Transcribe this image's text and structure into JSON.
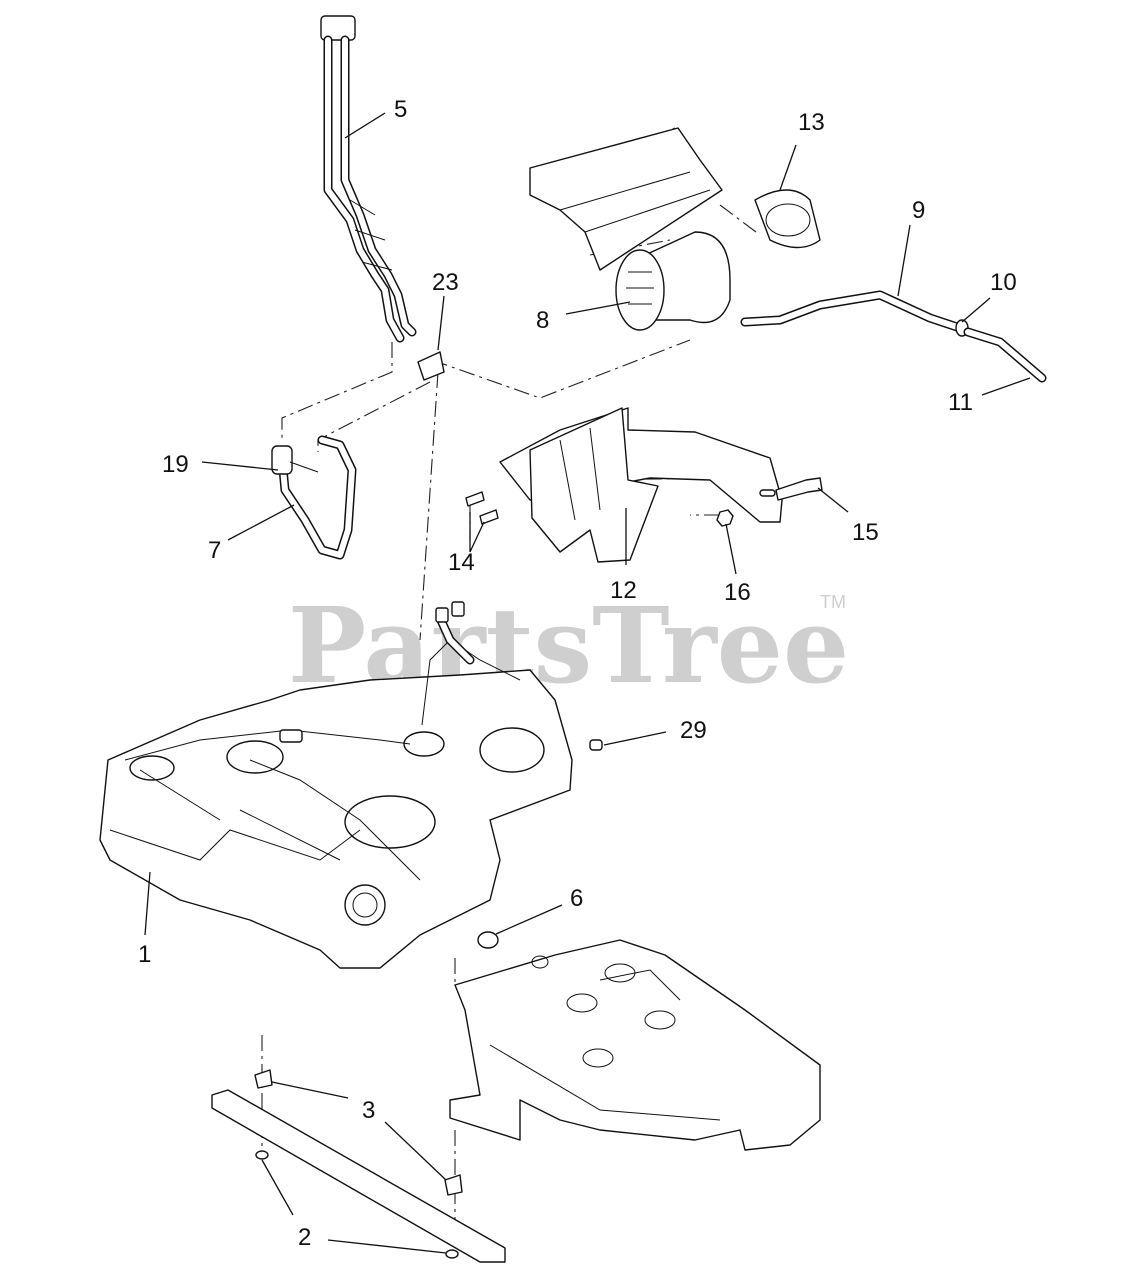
{
  "watermark": {
    "text": "PartsTree",
    "trademark": "TM"
  },
  "callouts": {
    "c1": "1",
    "c2": "2",
    "c3": "3",
    "c5": "5",
    "c6": "6",
    "c7": "7",
    "c8": "8",
    "c9": "9",
    "c10": "10",
    "c11": "11",
    "c12": "12",
    "c13": "13",
    "c14": "14",
    "c15": "15",
    "c16": "16",
    "c19": "19",
    "c23": "23",
    "c29": "29"
  }
}
